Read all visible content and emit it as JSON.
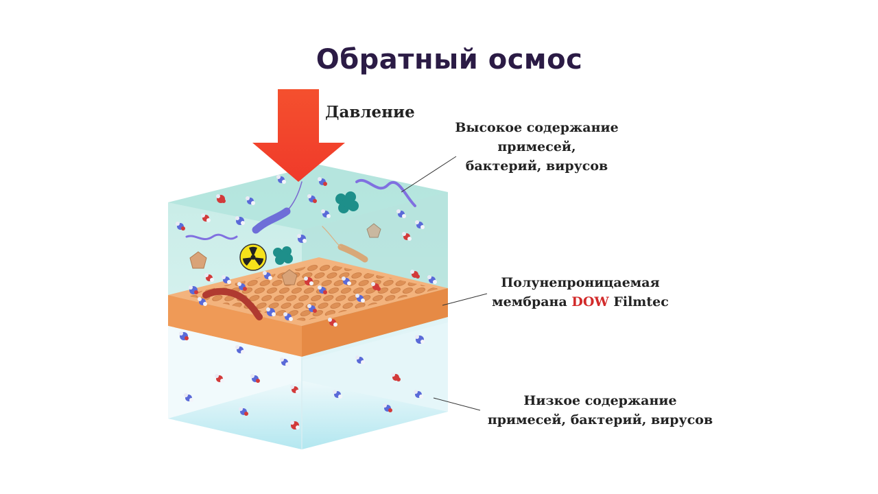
{
  "title": "Обратный осмос",
  "pressure_label": "Давление",
  "top_label": {
    "lines": [
      "Высокое содержание",
      "примесей,",
      "бактерий, вирусов"
    ]
  },
  "membrane_label": {
    "line1": "Полунепроницаемая",
    "line2_prefix": "мембрана ",
    "brand": "DOW",
    "line2_suffix": " Filmtec"
  },
  "bottom_label": {
    "lines": [
      "Низкое содержание",
      "примесей, бактерий, вирусов"
    ]
  },
  "colors": {
    "water_top": "#c7ece8",
    "water_bottom": "#c9eef5",
    "membrane": "#f0a060",
    "arrow": "#f04a2a",
    "title": "#2b1b45",
    "brand": "#d22a2a"
  },
  "icons": [
    "pressure-arrow-icon",
    "radiation-icon",
    "bacteria-icon",
    "virus-icon",
    "water-molecule-icon"
  ]
}
